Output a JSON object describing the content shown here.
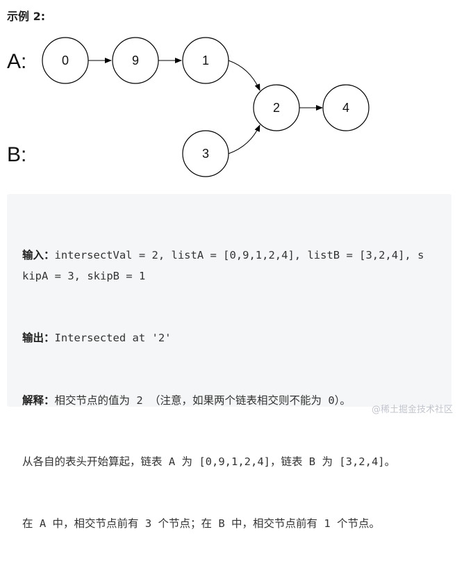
{
  "example_title": "示例 2:",
  "diagram": {
    "list_a_label": "A:",
    "list_b_label": "B:",
    "nodes": {
      "a0": "0",
      "a1": "9",
      "a2": "1",
      "shared0": "2",
      "shared1": "4",
      "b0": "3"
    }
  },
  "code": {
    "input_label": "输入：",
    "input_text": "intersectVal = 2, listA = [0,9,1,2,4], listB = [3,2,4], skipA = 3, skipB = 1",
    "output_label": "输出：",
    "output_text": "Intersected at '2'",
    "explain_label": "解释：",
    "explain_line1": "相交节点的值为 2 （注意，如果两个链表相交则不能为 0）。",
    "explain_line2": "从各自的表头开始算起，链表 A 为 [0,9,1,2,4]，链表 B 为 [3,2,4]。",
    "explain_line3": "在 A 中，相交节点前有 3 个节点；在 B 中，相交节点前有 1 个节点。"
  },
  "watermark": "@稀土掘金技术社区"
}
